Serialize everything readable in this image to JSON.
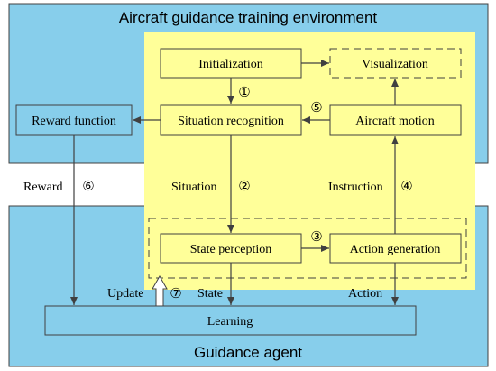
{
  "colors": {
    "sky": "#87CEEB",
    "highlight": "#FFFF99",
    "box": "#FFFF99",
    "learning_box": "#87CEEB",
    "stroke": "#404040"
  },
  "environment": {
    "title": "Aircraft guidance training environment"
  },
  "agent": {
    "title": "Guidance agent"
  },
  "nodes": {
    "initialization": "Initialization",
    "visualization": "Visualization",
    "situation_recognition": "Situation recognition",
    "aircraft_motion": "Aircraft motion",
    "reward_function": "Reward function",
    "state_perception": "State perception",
    "action_generation": "Action generation",
    "learning": "Learning"
  },
  "edge_labels": {
    "reward": "Reward",
    "situation": "Situation",
    "instruction": "Instruction",
    "update": "Update",
    "state": "State",
    "action": "Action"
  },
  "step_markers": {
    "s1": "①",
    "s2": "②",
    "s3": "③",
    "s4": "④",
    "s5": "⑤",
    "s6": "⑥",
    "s7": "⑦"
  }
}
